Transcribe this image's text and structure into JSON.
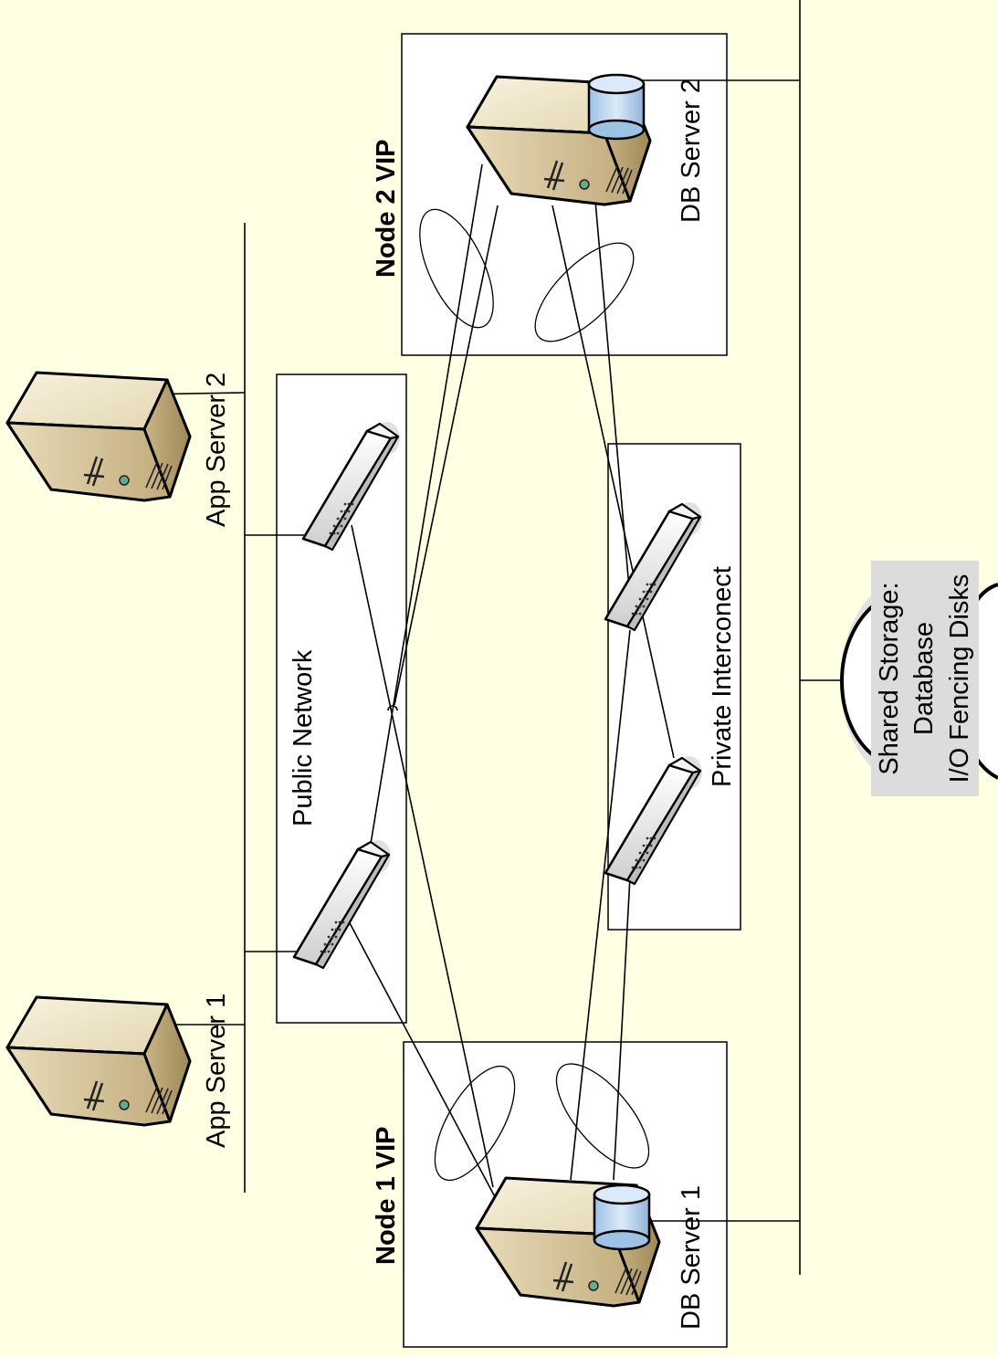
{
  "labels": {
    "app_server_1": "App Server 1",
    "app_server_2": "App Server 2",
    "db_server_1": "DB Server 1",
    "db_server_2": "DB Server 2",
    "node_1_vip": "Node 1 VIP",
    "node_2_vip": "Node 2 VIP",
    "public_network": "Public Network",
    "private_interconnect": "Private Interconect",
    "shared_storage_line1": "Shared Storage:",
    "shared_storage_line2": "Database",
    "shared_storage_line3": "I/O Fencing Disks"
  },
  "colors": {
    "background": "#ffffe3",
    "server_body": "#d9caa2",
    "server_top": "#f1e8cf",
    "server_side": "#b59f6e",
    "disk": "#b9d4ec",
    "switch_body": "#e9e9e9",
    "storage_label_bg": "#dcdcdc"
  },
  "icons": {
    "server": "server-tower-icon",
    "switch": "network-switch-icon",
    "disk": "database-cylinder-icon",
    "storage": "shared-storage-icon"
  }
}
